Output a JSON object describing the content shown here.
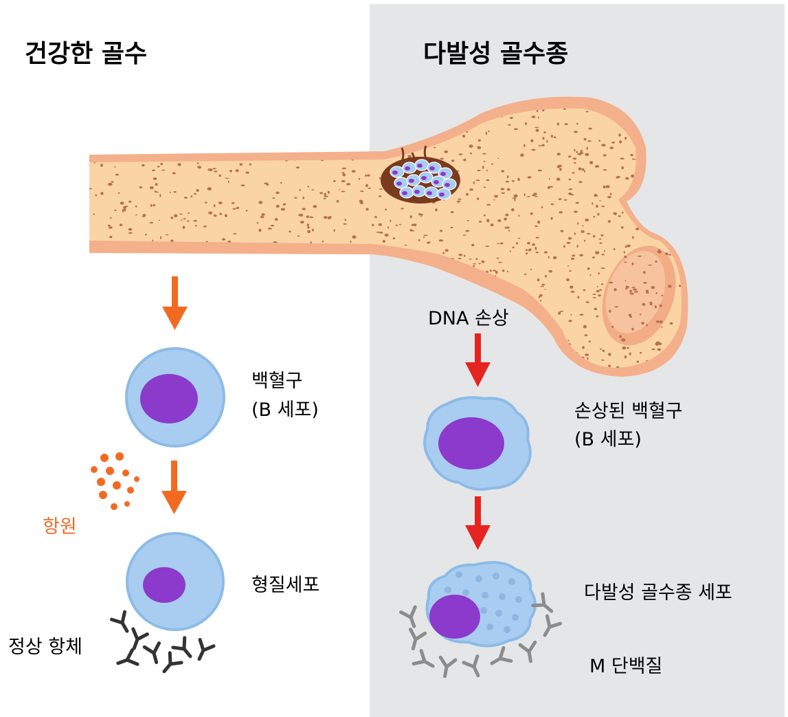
{
  "left_panel": {
    "title": "건강한 골수",
    "cell1_label_line1": "백혈구",
    "cell1_label_line2": "(B 세포)",
    "antigen_label": "항원",
    "cell2_label": "형질세포",
    "antibody_label": "정상 항체"
  },
  "right_panel": {
    "title": "다발성 골수종",
    "damage_label": "DNA 손상",
    "cell1_label_line1": "손상된 백혈구",
    "cell1_label_line2": "(B 세포)",
    "cell2_label": "다발성 골수종 세포",
    "protein_label": "M 단백질"
  },
  "colors": {
    "right_background": "#e5e6e8",
    "bone_outer": "#f4b08a",
    "bone_inner": "#fbd4a6",
    "bone_spots": "#b5714f",
    "cell_outer": "#a9cdf0",
    "cell_border": "#8cbbe6",
    "nucleus": "#8b3acb",
    "arrow_orange": "#f26a21",
    "arrow_red": "#e52421",
    "antibody_dark": "#333333",
    "antibody_gray": "#8c8c8c"
  }
}
